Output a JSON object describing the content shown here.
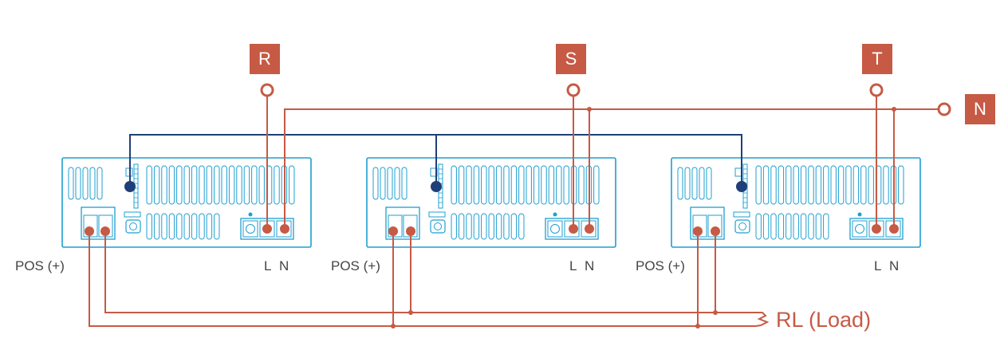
{
  "phases": [
    {
      "id": "R",
      "label": "R"
    },
    {
      "id": "S",
      "label": "S"
    },
    {
      "id": "T",
      "label": "T"
    },
    {
      "id": "N",
      "label": "N"
    }
  ],
  "units": [
    {
      "pos_label": "POS (+)",
      "l_label": "L",
      "n_label": "N"
    },
    {
      "pos_label": "POS (+)",
      "l_label": "L",
      "n_label": "N"
    },
    {
      "pos_label": "POS (+)",
      "l_label": "L",
      "n_label": "N"
    }
  ],
  "load_label": "RL (Load)",
  "colors": {
    "wire": "#c65a45",
    "device": "#1e9fd0",
    "bus": "#1f3f78"
  }
}
